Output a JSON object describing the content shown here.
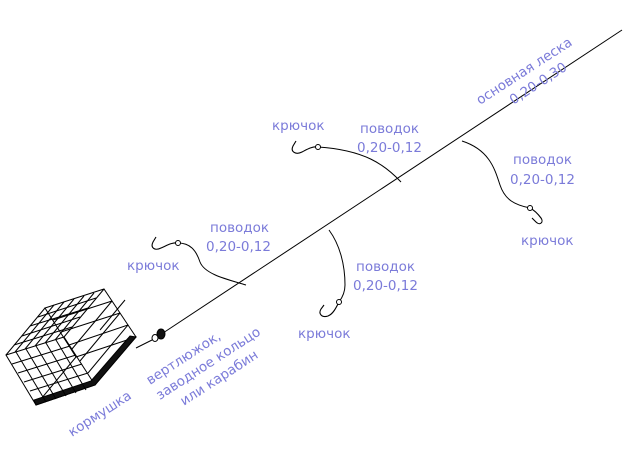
{
  "labels": {
    "main_line_1": "основная леска",
    "main_line_2": "0,20-0,30",
    "hook_label": "крючок",
    "leader_label": "поводок",
    "leader_size": "0,20-0,12",
    "feeder": "кормушка",
    "swivel_1": "вертлюжок,",
    "swivel_2": "заводное кольцо",
    "swivel_3": "или карабин"
  },
  "colors": {
    "label": "#7b7bd9",
    "line": "#000000"
  }
}
